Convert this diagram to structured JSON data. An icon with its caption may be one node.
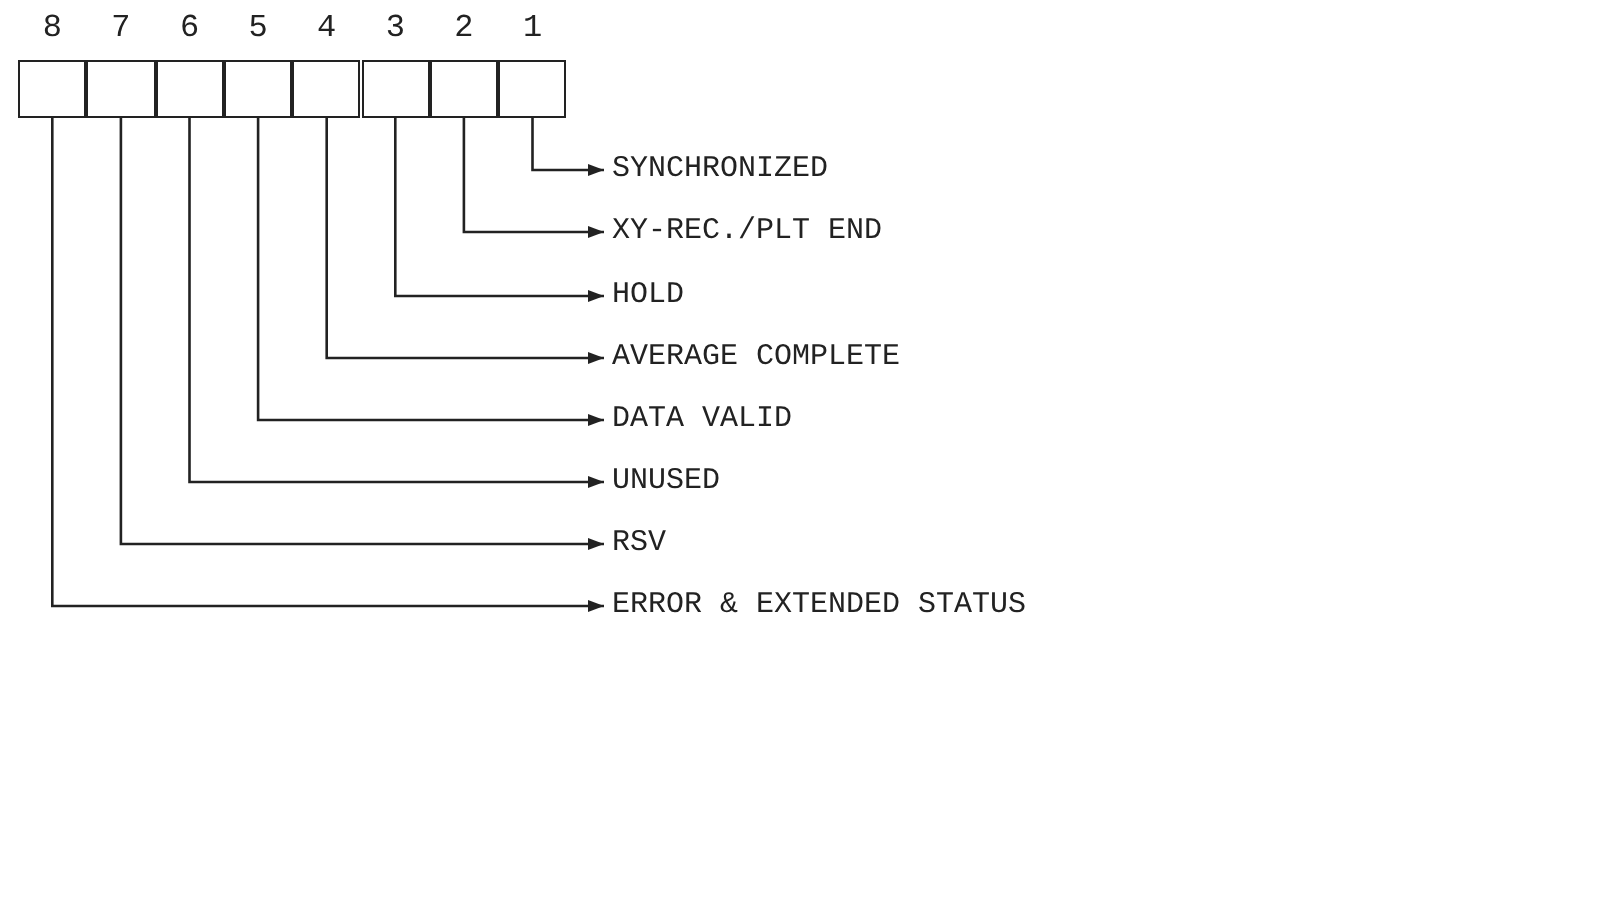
{
  "diagram": {
    "nodes": [
      {
        "text": [],
        "shape": "box",
        "beside": [
          "8"
        ]
      },
      {
        "text": [],
        "shape": "box",
        "beside": [
          "7"
        ]
      },
      {
        "text": [],
        "shape": "box",
        "beside": [
          "6"
        ]
      },
      {
        "text": [],
        "shape": "box",
        "beside": [
          "5"
        ]
      },
      {
        "text": [],
        "shape": "box",
        "beside": [
          "4"
        ]
      },
      {
        "text": [],
        "shape": "box",
        "beside": [
          "3"
        ]
      },
      {
        "text": [],
        "shape": "box",
        "beside": [
          "2"
        ]
      },
      {
        "text": [],
        "shape": "box",
        "beside": [
          "1"
        ]
      },
      {
        "text": [
          "SYNCHRONIZED"
        ]
      },
      {
        "text": [
          "XY-REC./PLT END"
        ]
      },
      {
        "text": [
          "HOLD"
        ]
      },
      {
        "text": [
          "AVERAGE COMPLETE"
        ]
      },
      {
        "text": [
          "DATA VALID"
        ]
      },
      {
        "text": [
          "UNUSED"
        ]
      },
      {
        "text": [
          "RSV"
        ]
      },
      {
        "text": [
          "ERROR & EXTENDED STATUS"
        ]
      }
    ],
    "edges": [
      {
        "from": 7,
        "to": 8,
        "arrow": "to"
      },
      {
        "from": 6,
        "to": 9,
        "arrow": "to"
      },
      {
        "from": 5,
        "to": 10,
        "arrow": "to"
      },
      {
        "from": 4,
        "to": 11,
        "arrow": "to"
      },
      {
        "from": 3,
        "to": 12,
        "arrow": "to"
      },
      {
        "from": 2,
        "to": 13,
        "arrow": "to"
      },
      {
        "from": 1,
        "to": 14,
        "arrow": "to"
      },
      {
        "from": 0,
        "to": 15,
        "arrow": "to"
      }
    ]
  }
}
